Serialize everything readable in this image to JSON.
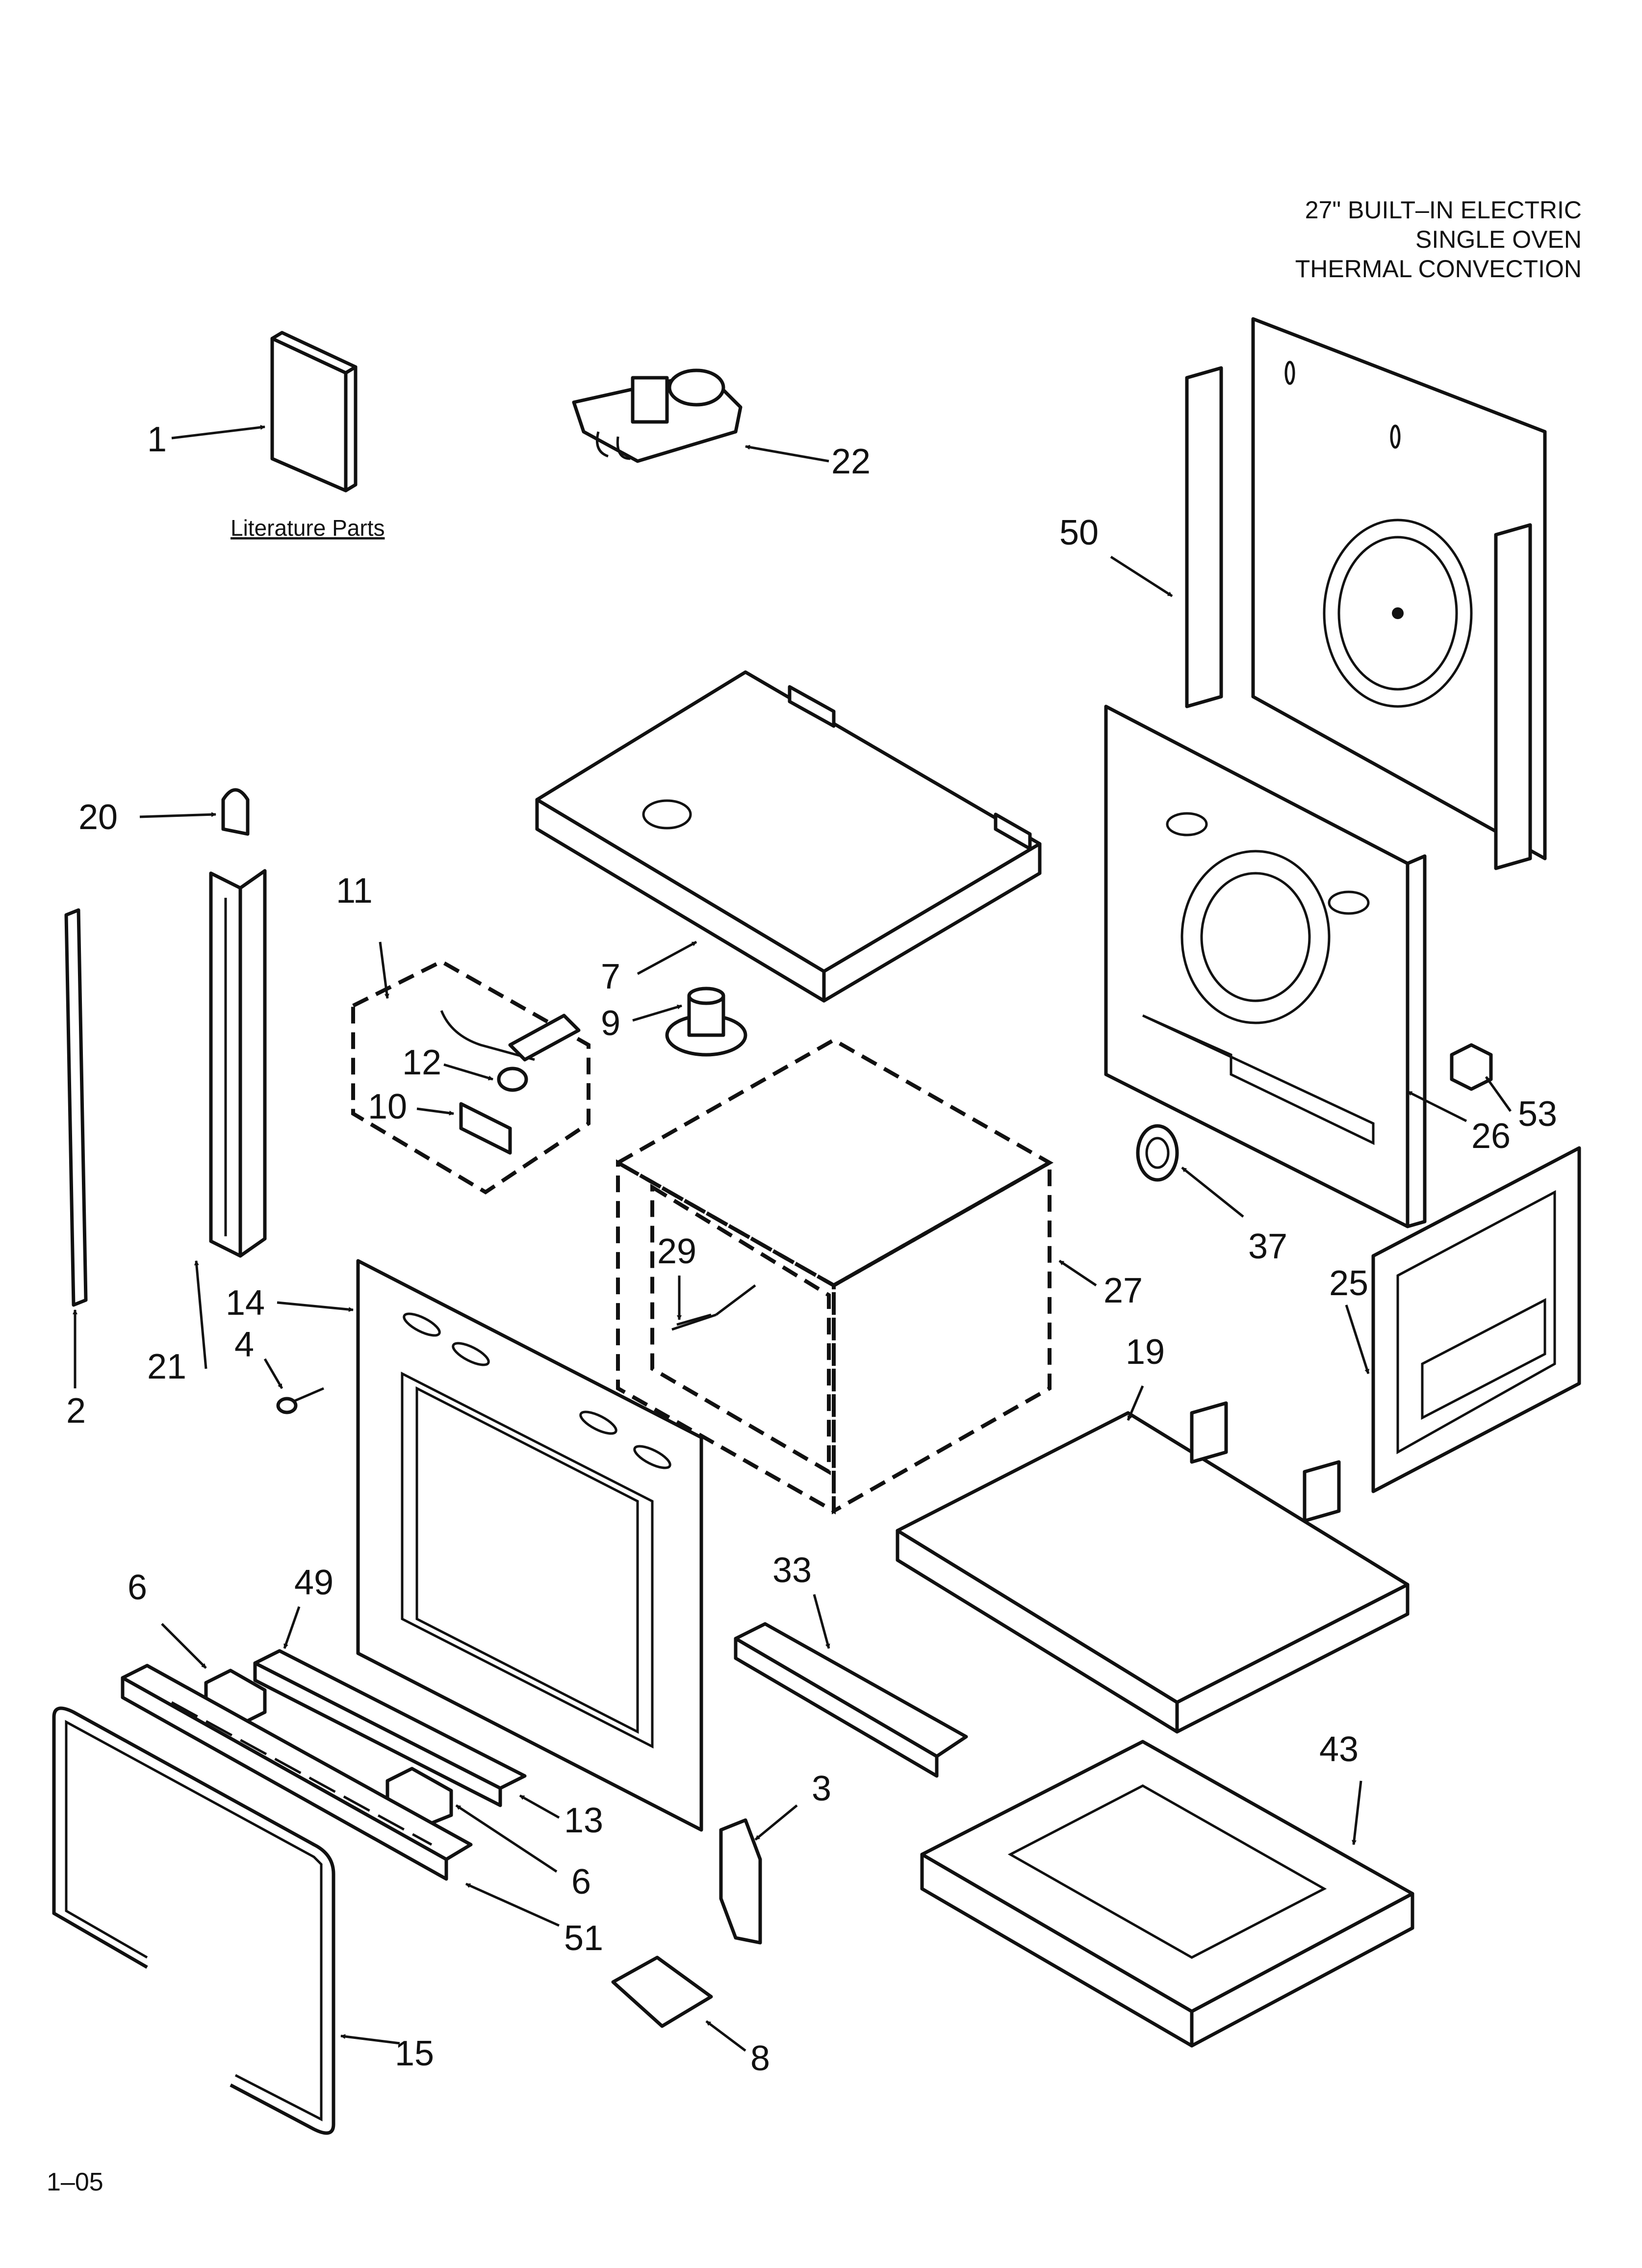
{
  "title": {
    "line1": "27\" BUILT–IN ELECTRIC",
    "line2": "SINGLE OVEN",
    "line3": "THERMAL CONVECTION"
  },
  "literature_label": "Literature Parts",
  "footer_code": "1–05",
  "callouts": {
    "p1": "1",
    "p2": "2",
    "p3": "3",
    "p4": "4",
    "p6a": "6",
    "p6b": "6",
    "p7": "7",
    "p8": "8",
    "p9": "9",
    "p10": "10",
    "p11": "11",
    "p12": "12",
    "p13": "13",
    "p14": "14",
    "p15": "15",
    "p19": "19",
    "p20": "20",
    "p21": "21",
    "p22": "22",
    "p25": "25",
    "p26": "26",
    "p27": "27",
    "p29": "29",
    "p33": "33",
    "p37": "37",
    "p43": "43",
    "p49": "49",
    "p50": "50",
    "p51": "51",
    "p53": "53"
  }
}
